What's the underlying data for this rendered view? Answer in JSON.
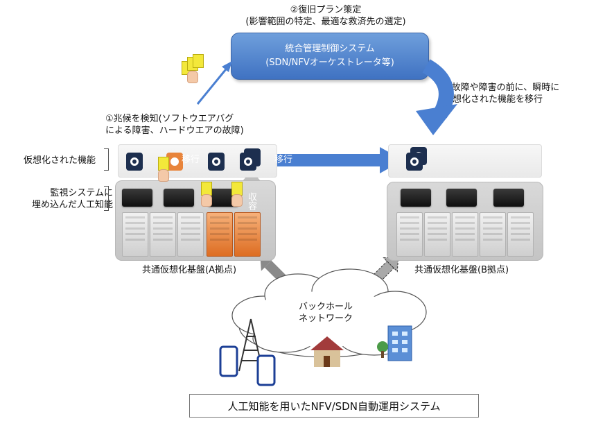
{
  "step2": {
    "line1": "②復旧プラン策定",
    "line2": "(影響範囲の特定、最適な救済先の選定)"
  },
  "mgmt": {
    "line1": "統合管理制御システム",
    "line2": "(SDN/NFVオーケストレータ等)"
  },
  "step3": {
    "line1": "③故障や障害の前に、瞬時に",
    "line2": "仮想化された機能を移行"
  },
  "step1": {
    "line1": "①兆候を検知(ソフトウエアバグ",
    "line2": "による障害、ハードウエアの故障)"
  },
  "left_labels": {
    "virtual_functions": "仮想化された機能",
    "ai_line1": "監視システムに",
    "ai_line2": "埋め込んだ人工知能"
  },
  "migrate_small": "移行",
  "migrate_large": "移行",
  "recovery": "収容",
  "site_a": "共通仮想化基盤(A拠点)",
  "site_b": "共通仮想化基盤(B拠点)",
  "backhaul": {
    "line1": "バックホール",
    "line2": "ネットワーク"
  },
  "footer_title": "人工知能を用いたNFV/SDN自動運用システム",
  "icons": [
    "virtual-function-icon",
    "monitoring-ai-icon",
    "server-icon",
    "yellow-card-icon",
    "cell-tower-icon",
    "smartphone-icon",
    "house-icon",
    "building-icon",
    "cloud-icon"
  ],
  "colors": {
    "mgmt_box": "#4f82cc",
    "arrow_blue": "#4a7fd1",
    "fault_orange": "#e57a2e",
    "card_yellow": "#f3e83a"
  }
}
